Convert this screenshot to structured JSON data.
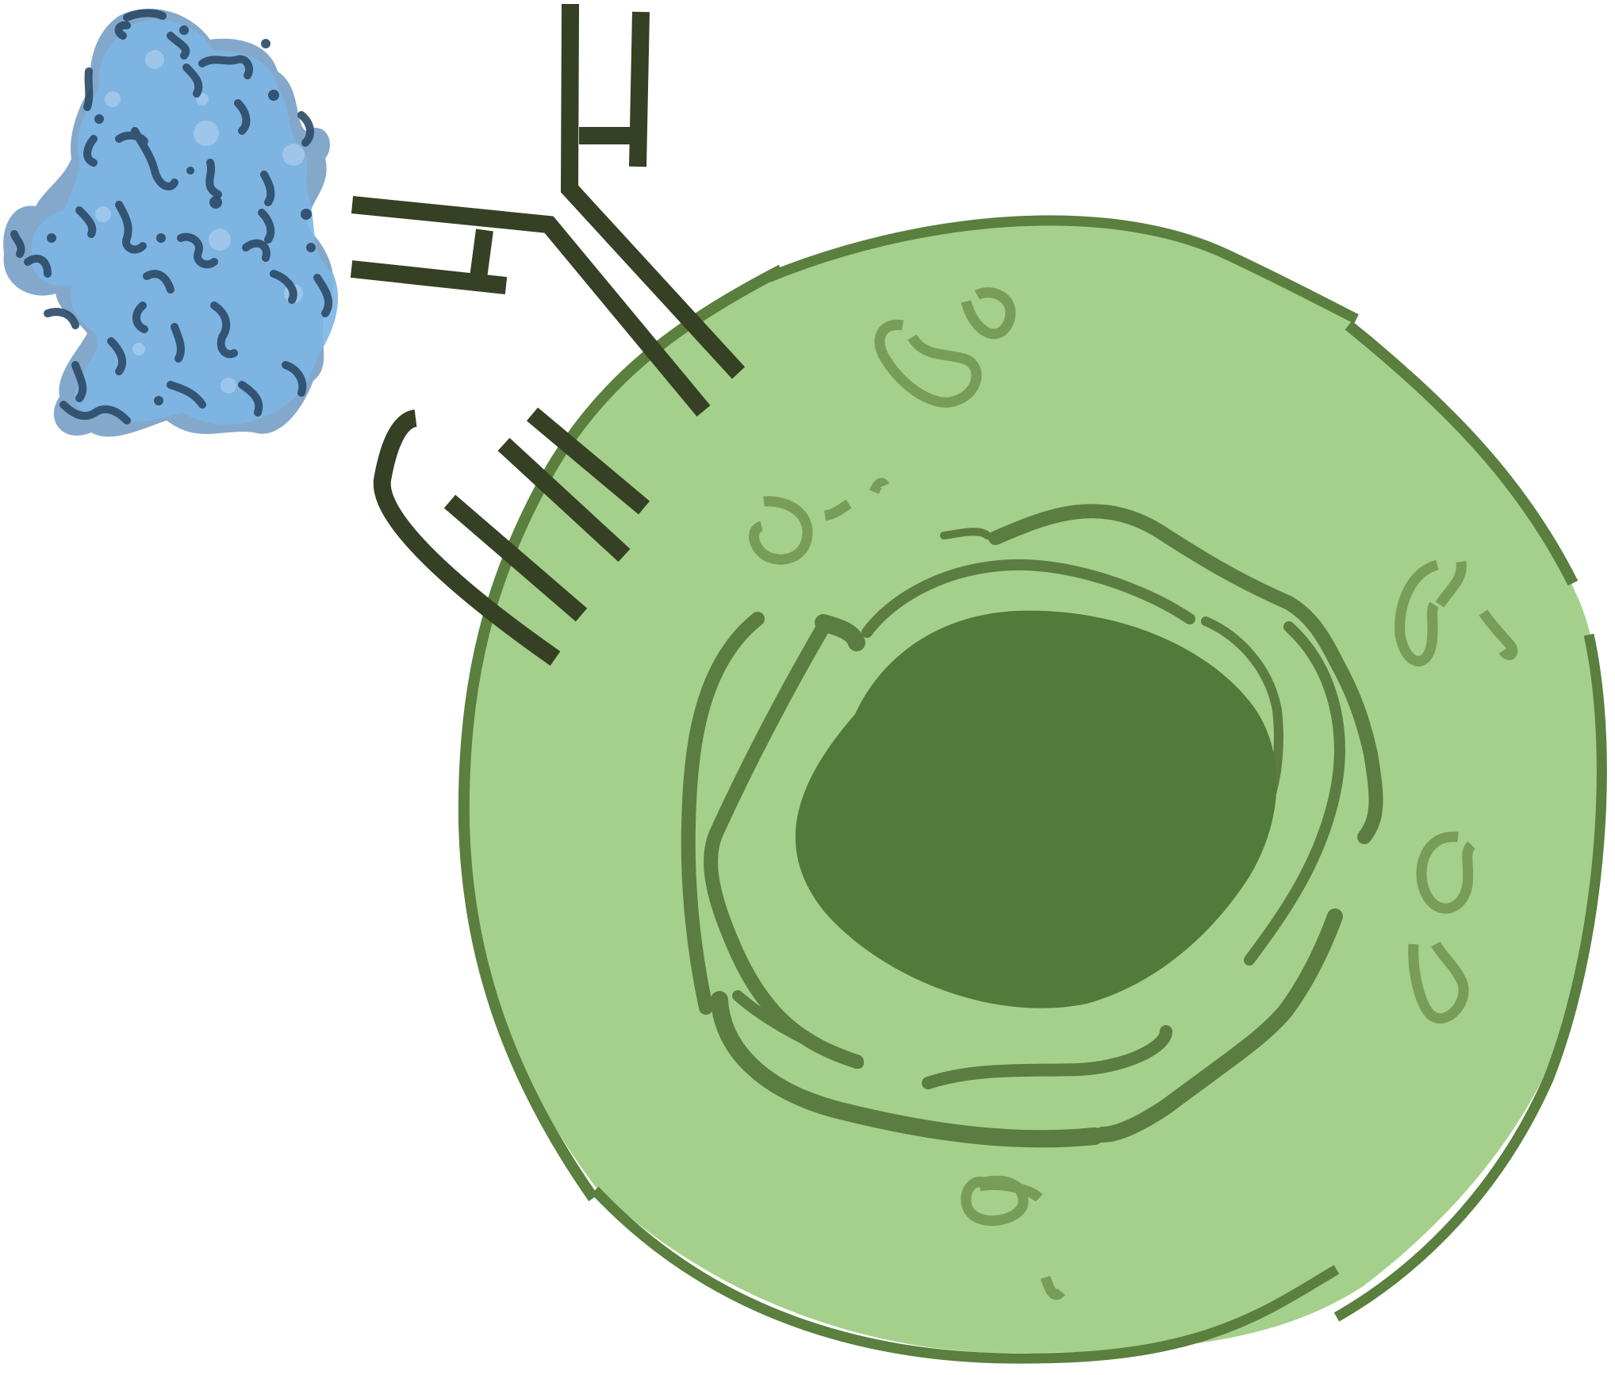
{
  "diagram": {
    "colors": {
      "background": "#ffffff",
      "cell_fill": "#a4d08b",
      "cell_outline": "#5a7f3f",
      "nucleus_fill": "#527a3a",
      "nuclear_envelope": "#5b7d41",
      "organelle": "#779d58",
      "receptor": "#364024",
      "antigen_light": "#7cb5e3",
      "antigen_mid": "#6e99c2",
      "antigen_dark": "#476f92",
      "antigen_squiggle": "#2b4a66"
    },
    "elements": {
      "cell": "cell",
      "nucleus": "nucleus",
      "nuclear_envelope": "nuclear-envelope",
      "receptor": "cell-surface-receptor",
      "antibody": "antibody",
      "antigen": "antigen-protein"
    }
  }
}
